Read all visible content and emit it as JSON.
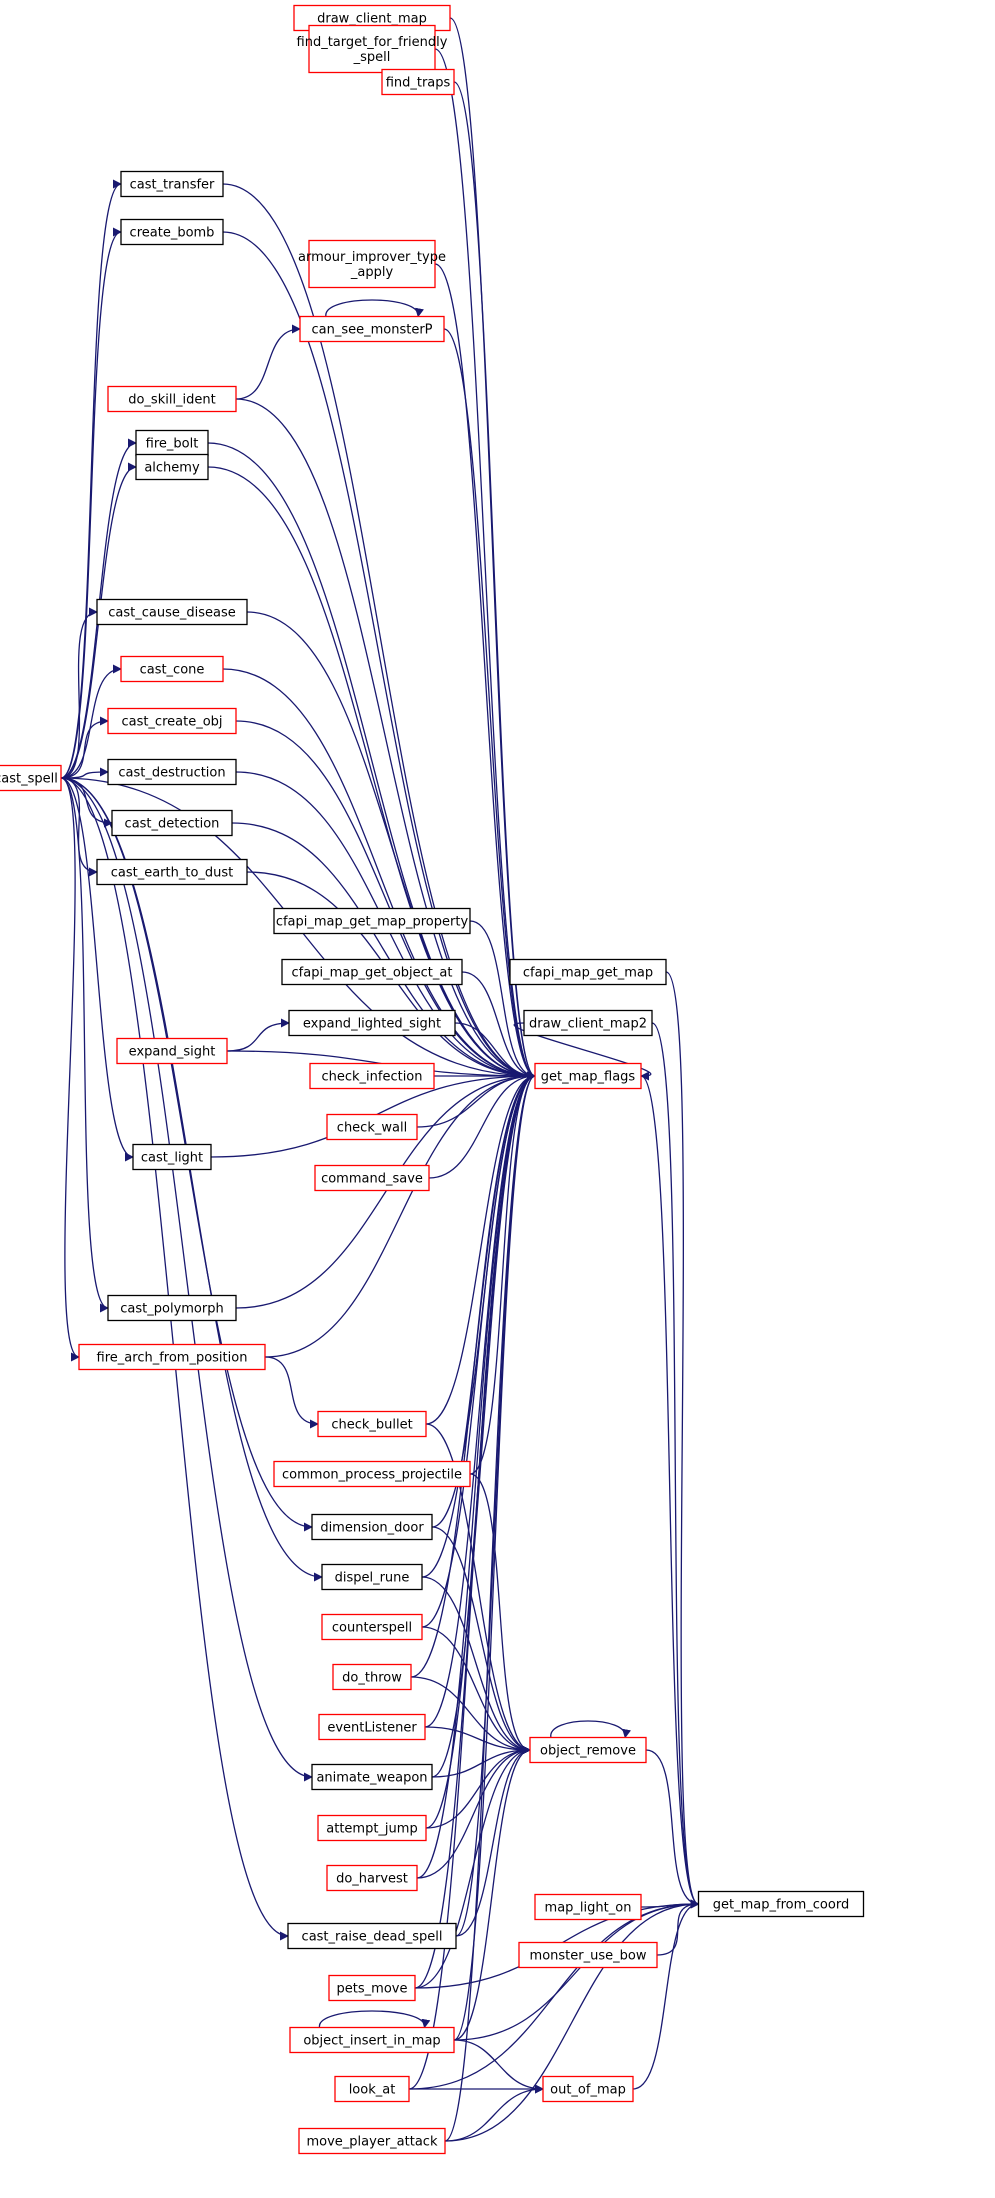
{
  "colors": {
    "edge": "#191970",
    "border_linked": "#ff0000",
    "border_plain": "#000000",
    "focus_fill": "#bfbfbf"
  },
  "graph": {
    "focus": "get_map_from_coord",
    "nodes": [
      {
        "id": "draw_client_map",
        "lines": [
          "draw_client_map"
        ],
        "style": "red"
      },
      {
        "id": "find_target_for_friendly_spell",
        "lines": [
          "find_target_for_friendly",
          "_spell"
        ],
        "style": "red"
      },
      {
        "id": "find_traps",
        "lines": [
          "find_traps"
        ],
        "style": "red"
      },
      {
        "id": "cast_transfer",
        "lines": [
          "cast_transfer"
        ],
        "style": "black"
      },
      {
        "id": "create_bomb",
        "lines": [
          "create_bomb"
        ],
        "style": "black"
      },
      {
        "id": "armour_improver_type_apply",
        "lines": [
          "armour_improver_type",
          "_apply"
        ],
        "style": "red"
      },
      {
        "id": "can_see_monsterP",
        "lines": [
          "can_see_monsterP"
        ],
        "style": "red"
      },
      {
        "id": "do_skill_ident",
        "lines": [
          "do_skill_ident"
        ],
        "style": "red"
      },
      {
        "id": "fire_bolt",
        "lines": [
          "fire_bolt"
        ],
        "style": "black"
      },
      {
        "id": "alchemy",
        "lines": [
          "alchemy"
        ],
        "style": "black"
      },
      {
        "id": "cast_cause_disease",
        "lines": [
          "cast_cause_disease"
        ],
        "style": "black"
      },
      {
        "id": "cast_cone",
        "lines": [
          "cast_cone"
        ],
        "style": "red"
      },
      {
        "id": "cast_create_obj",
        "lines": [
          "cast_create_obj"
        ],
        "style": "red"
      },
      {
        "id": "cast_destruction",
        "lines": [
          "cast_destruction"
        ],
        "style": "black"
      },
      {
        "id": "cast_spell",
        "lines": [
          "cast_spell"
        ],
        "style": "red"
      },
      {
        "id": "cast_detection",
        "lines": [
          "cast_detection"
        ],
        "style": "black"
      },
      {
        "id": "cast_earth_to_dust",
        "lines": [
          "cast_earth_to_dust"
        ],
        "style": "black"
      },
      {
        "id": "cfapi_map_get_map_property",
        "lines": [
          "cfapi_map_get_map_property"
        ],
        "style": "black"
      },
      {
        "id": "cfapi_map_get_object_at",
        "lines": [
          "cfapi_map_get_object_at"
        ],
        "style": "black"
      },
      {
        "id": "cfapi_map_get_map",
        "lines": [
          "cfapi_map_get_map"
        ],
        "style": "black"
      },
      {
        "id": "expand_lighted_sight",
        "lines": [
          "expand_lighted_sight"
        ],
        "style": "black"
      },
      {
        "id": "draw_client_map2",
        "lines": [
          "draw_client_map2"
        ],
        "style": "black"
      },
      {
        "id": "expand_sight",
        "lines": [
          "expand_sight"
        ],
        "style": "red"
      },
      {
        "id": "check_infection",
        "lines": [
          "check_infection"
        ],
        "style": "red"
      },
      {
        "id": "get_map_flags",
        "lines": [
          "get_map_flags"
        ],
        "style": "red"
      },
      {
        "id": "check_wall",
        "lines": [
          "check_wall"
        ],
        "style": "red"
      },
      {
        "id": "command_save",
        "lines": [
          "command_save"
        ],
        "style": "red"
      },
      {
        "id": "cast_light",
        "lines": [
          "cast_light"
        ],
        "style": "black"
      },
      {
        "id": "cast_polymorph",
        "lines": [
          "cast_polymorph"
        ],
        "style": "black"
      },
      {
        "id": "fire_arch_from_position",
        "lines": [
          "fire_arch_from_position"
        ],
        "style": "red"
      },
      {
        "id": "check_bullet",
        "lines": [
          "check_bullet"
        ],
        "style": "red"
      },
      {
        "id": "common_process_projectile",
        "lines": [
          "common_process_projectile"
        ],
        "style": "red"
      },
      {
        "id": "dimension_door",
        "lines": [
          "dimension_door"
        ],
        "style": "black"
      },
      {
        "id": "dispel_rune",
        "lines": [
          "dispel_rune"
        ],
        "style": "black"
      },
      {
        "id": "counterspell",
        "lines": [
          "counterspell"
        ],
        "style": "red"
      },
      {
        "id": "do_throw",
        "lines": [
          "do_throw"
        ],
        "style": "red"
      },
      {
        "id": "eventListener",
        "lines": [
          "eventListener"
        ],
        "style": "red"
      },
      {
        "id": "object_remove",
        "lines": [
          "object_remove"
        ],
        "style": "red"
      },
      {
        "id": "animate_weapon",
        "lines": [
          "animate_weapon"
        ],
        "style": "black"
      },
      {
        "id": "attempt_jump",
        "lines": [
          "attempt_jump"
        ],
        "style": "red"
      },
      {
        "id": "do_harvest",
        "lines": [
          "do_harvest"
        ],
        "style": "red"
      },
      {
        "id": "map_light_on",
        "lines": [
          "map_light_on"
        ],
        "style": "red"
      },
      {
        "id": "get_map_from_coord",
        "lines": [
          "get_map_from_coord"
        ],
        "style": "focus"
      },
      {
        "id": "cast_raise_dead_spell",
        "lines": [
          "cast_raise_dead_spell"
        ],
        "style": "black"
      },
      {
        "id": "monster_use_bow",
        "lines": [
          "monster_use_bow"
        ],
        "style": "red"
      },
      {
        "id": "pets_move",
        "lines": [
          "pets_move"
        ],
        "style": "red"
      },
      {
        "id": "object_insert_in_map",
        "lines": [
          "object_insert_in_map"
        ],
        "style": "red"
      },
      {
        "id": "look_at",
        "lines": [
          "look_at"
        ],
        "style": "red"
      },
      {
        "id": "out_of_map",
        "lines": [
          "out_of_map"
        ],
        "style": "red"
      },
      {
        "id": "move_player_attack",
        "lines": [
          "move_player_attack"
        ],
        "style": "red"
      }
    ],
    "edges": [
      [
        "get_map_flags",
        "get_map_from_coord"
      ],
      [
        "object_remove",
        "get_map_from_coord"
      ],
      [
        "out_of_map",
        "get_map_from_coord"
      ],
      [
        "cfapi_map_get_map",
        "get_map_from_coord"
      ],
      [
        "draw_client_map2",
        "get_map_from_coord"
      ],
      [
        "map_light_on",
        "get_map_from_coord"
      ],
      [
        "monster_use_bow",
        "get_map_from_coord"
      ],
      [
        "object_insert_in_map",
        "get_map_from_coord"
      ],
      [
        "look_at",
        "get_map_from_coord"
      ],
      [
        "move_player_attack",
        "get_map_from_coord"
      ],
      [
        "pets_move",
        "get_map_from_coord"
      ],
      [
        "draw_client_map",
        "get_map_flags"
      ],
      [
        "find_target_for_friendly_spell",
        "get_map_flags"
      ],
      [
        "find_traps",
        "get_map_flags"
      ],
      [
        "cast_transfer",
        "get_map_flags"
      ],
      [
        "create_bomb",
        "get_map_flags"
      ],
      [
        "armour_improver_type_apply",
        "get_map_flags"
      ],
      [
        "can_see_monsterP",
        "get_map_flags"
      ],
      [
        "do_skill_ident",
        "get_map_flags"
      ],
      [
        "fire_bolt",
        "get_map_flags"
      ],
      [
        "alchemy",
        "get_map_flags"
      ],
      [
        "cast_spell",
        "get_map_flags"
      ],
      [
        "cast_cause_disease",
        "get_map_flags"
      ],
      [
        "cast_cone",
        "get_map_flags"
      ],
      [
        "cast_create_obj",
        "get_map_flags"
      ],
      [
        "cast_destruction",
        "get_map_flags"
      ],
      [
        "cast_detection",
        "get_map_flags"
      ],
      [
        "cast_earth_to_dust",
        "get_map_flags"
      ],
      [
        "cfapi_map_get_map_property",
        "get_map_flags"
      ],
      [
        "cfapi_map_get_object_at",
        "get_map_flags"
      ],
      [
        "expand_lighted_sight",
        "get_map_flags"
      ],
      [
        "check_infection",
        "get_map_flags"
      ],
      [
        "check_wall",
        "get_map_flags"
      ],
      [
        "command_save",
        "get_map_flags"
      ],
      [
        "expand_sight",
        "get_map_flags"
      ],
      [
        "cast_light",
        "get_map_flags"
      ],
      [
        "cast_polymorph",
        "get_map_flags"
      ],
      [
        "fire_arch_from_position",
        "get_map_flags"
      ],
      [
        "check_bullet",
        "get_map_flags"
      ],
      [
        "common_process_projectile",
        "get_map_flags"
      ],
      [
        "dimension_door",
        "get_map_flags"
      ],
      [
        "dispel_rune",
        "get_map_flags"
      ],
      [
        "counterspell",
        "get_map_flags"
      ],
      [
        "do_throw",
        "get_map_flags"
      ],
      [
        "eventListener",
        "get_map_flags"
      ],
      [
        "animate_weapon",
        "get_map_flags"
      ],
      [
        "attempt_jump",
        "get_map_flags"
      ],
      [
        "do_harvest",
        "get_map_flags"
      ],
      [
        "cast_raise_dead_spell",
        "get_map_flags"
      ],
      [
        "pets_move",
        "get_map_flags"
      ],
      [
        "object_insert_in_map",
        "get_map_flags"
      ],
      [
        "look_at",
        "get_map_flags"
      ],
      [
        "move_player_attack",
        "get_map_flags"
      ],
      [
        "draw_client_map2",
        "get_map_flags"
      ],
      [
        "cast_spell",
        "cast_transfer"
      ],
      [
        "cast_spell",
        "create_bomb"
      ],
      [
        "cast_spell",
        "fire_bolt"
      ],
      [
        "cast_spell",
        "alchemy"
      ],
      [
        "cast_spell",
        "cast_cause_disease"
      ],
      [
        "cast_spell",
        "cast_cone"
      ],
      [
        "cast_spell",
        "cast_create_obj"
      ],
      [
        "cast_spell",
        "cast_destruction"
      ],
      [
        "cast_spell",
        "cast_detection"
      ],
      [
        "cast_spell",
        "cast_earth_to_dust"
      ],
      [
        "cast_spell",
        "cast_light"
      ],
      [
        "cast_spell",
        "cast_polymorph"
      ],
      [
        "cast_spell",
        "fire_arch_from_position"
      ],
      [
        "cast_spell",
        "dimension_door"
      ],
      [
        "cast_spell",
        "dispel_rune"
      ],
      [
        "cast_spell",
        "animate_weapon"
      ],
      [
        "cast_spell",
        "cast_raise_dead_spell"
      ],
      [
        "do_skill_ident",
        "can_see_monsterP"
      ],
      [
        "can_see_monsterP",
        "can_see_monsterP"
      ],
      [
        "expand_sight",
        "expand_lighted_sight"
      ],
      [
        "fire_arch_from_position",
        "check_bullet"
      ],
      [
        "check_bullet",
        "object_remove"
      ],
      [
        "common_process_projectile",
        "object_remove"
      ],
      [
        "dimension_door",
        "object_remove"
      ],
      [
        "dispel_rune",
        "object_remove"
      ],
      [
        "counterspell",
        "object_remove"
      ],
      [
        "do_throw",
        "object_remove"
      ],
      [
        "eventListener",
        "object_remove"
      ],
      [
        "animate_weapon",
        "object_remove"
      ],
      [
        "attempt_jump",
        "object_remove"
      ],
      [
        "do_harvest",
        "object_remove"
      ],
      [
        "cast_raise_dead_spell",
        "object_remove"
      ],
      [
        "pets_move",
        "object_remove"
      ],
      [
        "object_insert_in_map",
        "object_remove"
      ],
      [
        "object_remove",
        "object_remove"
      ],
      [
        "object_insert_in_map",
        "object_insert_in_map"
      ],
      [
        "look_at",
        "out_of_map"
      ],
      [
        "move_player_attack",
        "out_of_map"
      ],
      [
        "object_insert_in_map",
        "out_of_map"
      ]
    ]
  }
}
